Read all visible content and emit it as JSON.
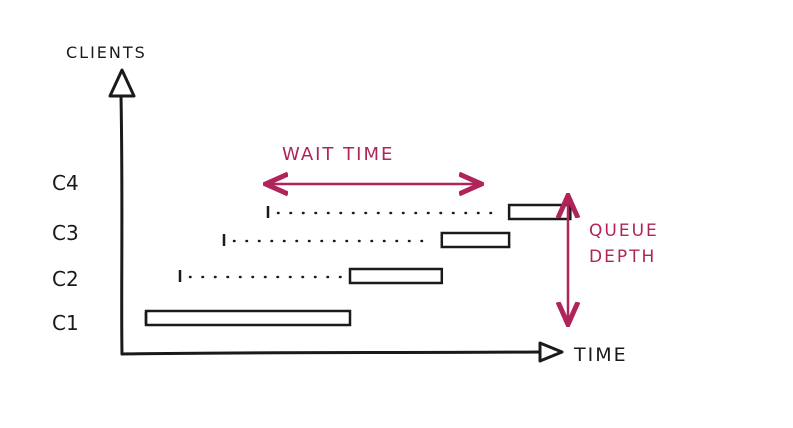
{
  "axes": {
    "y_label": "CLIENTS",
    "x_label": "TIME"
  },
  "clients": [
    {
      "label": "C1",
      "wait": 0.0,
      "service": 1.0
    },
    {
      "label": "C2",
      "wait": 1.0,
      "service": 0.45
    },
    {
      "label": "C3",
      "wait": 1.45,
      "service": 0.33
    },
    {
      "label": "C4",
      "wait": 1.78,
      "service": 0.3
    }
  ],
  "annotations": {
    "wait_time": "WAIT TIME",
    "queue_depth_line1": "QUEUE",
    "queue_depth_line2": "DEPTH"
  },
  "colors": {
    "ink": "#1a1a1a",
    "accent": "#b0245a"
  }
}
